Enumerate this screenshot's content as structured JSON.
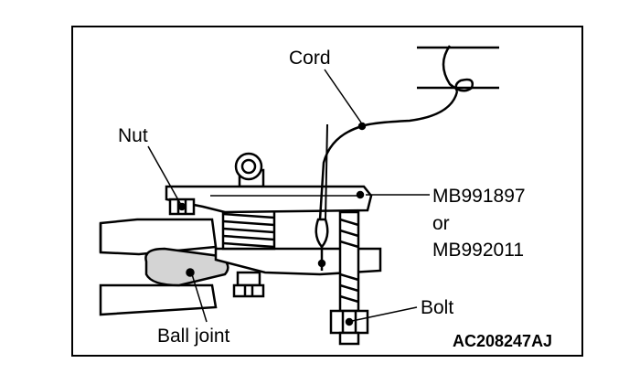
{
  "figure_id": "AC208247AJ",
  "labels": {
    "cord": "Cord",
    "nut": "Nut",
    "tool_primary": "MB991897",
    "tool_or": "or",
    "tool_alt": "MB992011",
    "bolt": "Bolt",
    "ball_joint": "Ball joint"
  },
  "colors": {
    "line": "#000000",
    "background": "#ffffff",
    "shading": "#d4d4d4"
  }
}
